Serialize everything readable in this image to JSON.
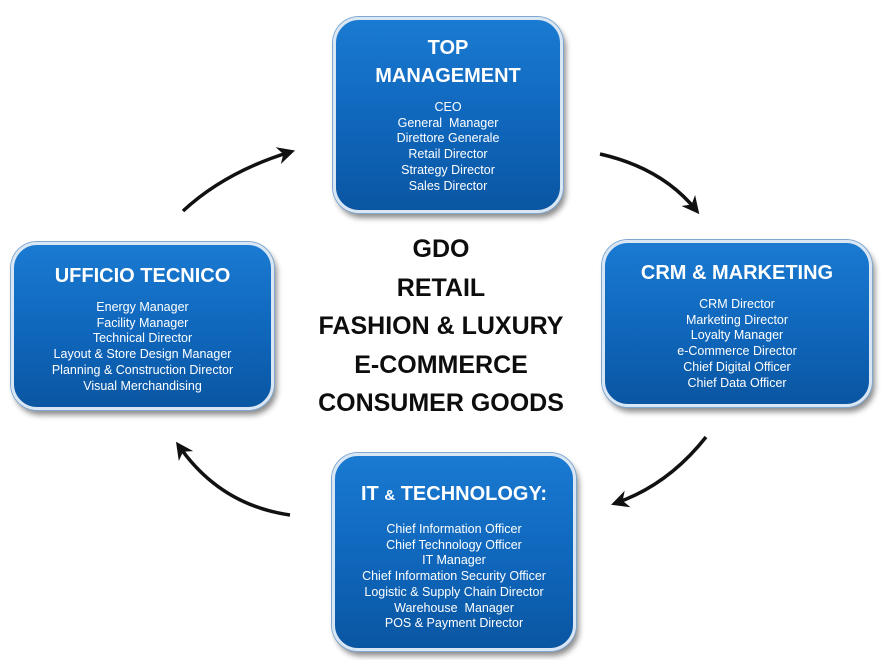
{
  "center": {
    "lines": [
      "GDO",
      "RETAIL",
      "FASHION & LUXURY",
      "E-COMMERCE",
      "CONSUMER GOODS"
    ]
  },
  "boxes": {
    "top": {
      "title_line1": "TOP",
      "title_line2": "MANAGEMENT",
      "items": [
        "CEO",
        "General  Manager",
        "Direttore Generale",
        "Retail Director",
        "Strategy Director",
        "Sales Director"
      ]
    },
    "right": {
      "title": "CRM & MARKETING",
      "items": [
        "CRM Director",
        "Marketing Director",
        "Loyalty Manager",
        "e-Commerce Director",
        "Chief Digital Officer",
        "Chief Data Officer"
      ]
    },
    "bottom": {
      "title_part1": "IT ",
      "title_amp": "&",
      "title_part2": " TECHNOLOGY:",
      "items": [
        "Chief Information Officer",
        "Chief Technology Officer",
        "IT Manager",
        "Chief Information Security Officer",
        "Logistic & Supply Chain Director",
        "Warehouse  Manager",
        "POS & Payment Director"
      ]
    },
    "left": {
      "title": "UFFICIO TECNICO",
      "items": [
        "Energy Manager",
        "Facility Manager",
        "Technical Director",
        "Layout & Store Design Manager",
        "Planning & Construction Director",
        "Visual Merchandising"
      ]
    }
  },
  "colors": {
    "box_fill": "#0f66bb",
    "box_border": "#d9e6f3",
    "arrow": "#111111",
    "text_dark": "#0d0d0d"
  }
}
